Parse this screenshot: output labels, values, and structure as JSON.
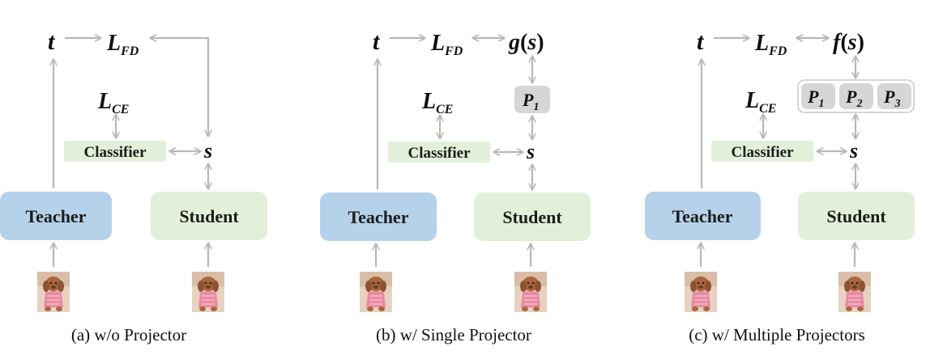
{
  "colors": {
    "teacher_fill": "#b6d2ea",
    "student_fill": "#e2f0d9",
    "classifier_fill": "#e2f0d9",
    "projector_fill": "#d6d6d6",
    "arrow": "#b8b8b8"
  },
  "panels": [
    {
      "caption": "(a)  w/o Projector",
      "teacher_label": "Teacher",
      "student_label": "Student",
      "classifier_label": "Classifier",
      "t": "t",
      "s": "s",
      "lfd_base": "L",
      "lfd_sub": "FD",
      "lce_base": "L",
      "lce_sub": "CE"
    },
    {
      "caption": "(b)  w/ Single Projector",
      "teacher_label": "Teacher",
      "student_label": "Student",
      "classifier_label": "Classifier",
      "t": "t",
      "s": "s",
      "lfd_base": "L",
      "lfd_sub": "FD",
      "lce_base": "L",
      "lce_sub": "CE",
      "gs_fn": "g",
      "gs_open": "(",
      "gs_arg": "s",
      "gs_close": ")",
      "p1_base": "P",
      "p1_sub": "1"
    },
    {
      "caption": "(c)  w/ Multiple Projectors",
      "teacher_label": "Teacher",
      "student_label": "Student",
      "classifier_label": "Classifier",
      "t": "t",
      "s": "s",
      "lfd_base": "L",
      "lfd_sub": "FD",
      "lce_base": "L",
      "lce_sub": "CE",
      "fs_fn": "f",
      "fs_open": "(",
      "fs_arg": "s",
      "fs_close": ")",
      "p1_base": "P",
      "p1_sub": "1",
      "p2_base": "P",
      "p2_sub": "2",
      "p3_base": "P",
      "p3_sub": "3"
    }
  ]
}
